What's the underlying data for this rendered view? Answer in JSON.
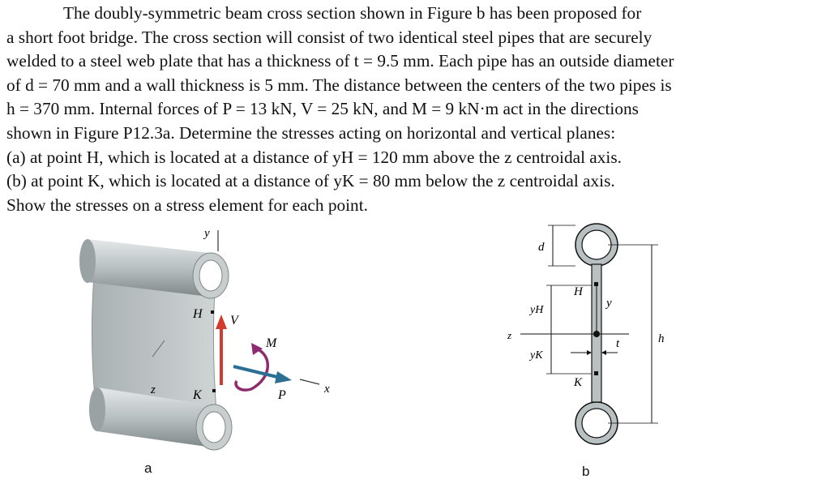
{
  "problem": {
    "lines": [
      "The doubly-symmetric beam cross section shown in Figure        b has been proposed for",
      "a short foot bridge.  The cross section will consist of two identical steel pipes that are securely",
      "welded to a steel web plate that has a thickness of t = 9.5 mm.  Each pipe has an outside diameter",
      "of d = 70 mm and a wall thickness is 5 mm.  The distance between the centers of the two pipes is",
      "h = 370 mm.  Internal forces of P = 13 kN, V = 25 kN, and M = 9 kN·m act in the directions",
      "shown in Figure P12.3a.  Determine the stresses acting on horizontal and vertical planes:",
      "(a) at point H, which is located at a distance of yH = 120 mm above the z centroidal axis.",
      "(b) at point K, which is located at a distance of yK = 80 mm below the z centroidal axis.",
      "Show the stresses on a stress element for each point."
    ]
  },
  "figure_a": {
    "caption": "a",
    "labels": {
      "y": "y",
      "z": "z",
      "x": "x",
      "H": "H",
      "K": "K",
      "V": "V",
      "M": "M",
      "P": "P"
    }
  },
  "figure_b": {
    "caption": "b",
    "labels": {
      "d": "d",
      "H": "H",
      "y": "y",
      "yH": "yH",
      "z": "z",
      "yK": "yK",
      "t": "t",
      "h": "h",
      "K": "K"
    }
  },
  "colors": {
    "steel": "#bfc5c7",
    "steel_dark": "#8d9597",
    "force_red": "#d33b2c",
    "moment_purple": "#8e2b6e",
    "force_blue": "#2c6f95"
  }
}
